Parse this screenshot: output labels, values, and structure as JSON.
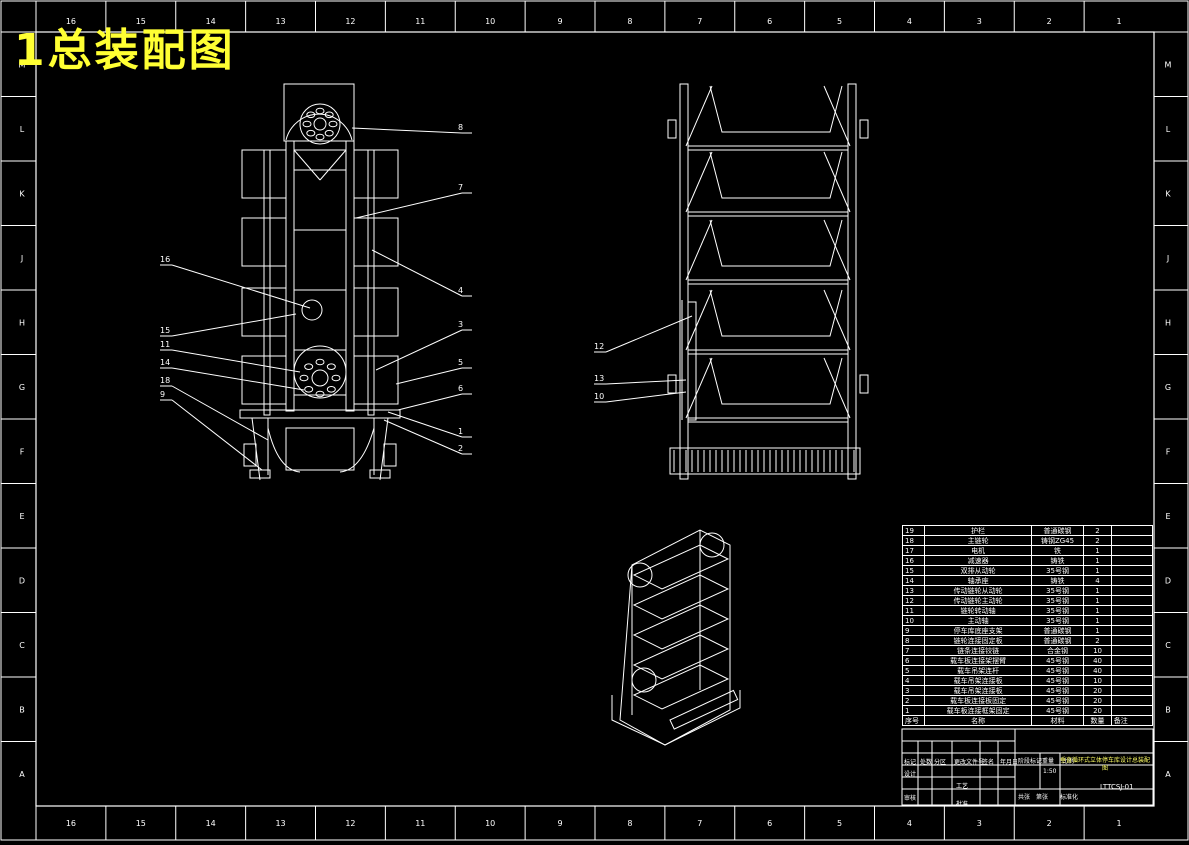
{
  "title": "1总装配图",
  "border": {
    "col_labels": [
      "16",
      "15",
      "14",
      "13",
      "12",
      "11",
      "10",
      "9",
      "8",
      "7",
      "6",
      "5",
      "4",
      "3",
      "2",
      "1"
    ],
    "row_labels": [
      "M",
      "L",
      "K",
      "J",
      "H",
      "G",
      "F",
      "E",
      "D",
      "C",
      "B",
      "A"
    ]
  },
  "callouts": {
    "front": [
      "8",
      "7",
      "4",
      "3",
      "5",
      "6",
      "1",
      "2",
      "16",
      "15",
      "11",
      "14",
      "18",
      "9"
    ],
    "side": [
      "12",
      "13",
      "10"
    ]
  },
  "bom": {
    "rows": [
      {
        "no": "19",
        "name": "护栏",
        "mat": "普通碳钢",
        "qty": "2",
        "note": ""
      },
      {
        "no": "18",
        "name": "主链轮",
        "mat": "铸钢ZG45",
        "qty": "2",
        "note": ""
      },
      {
        "no": "17",
        "name": "电机",
        "mat": "铁",
        "qty": "1",
        "note": ""
      },
      {
        "no": "16",
        "name": "减速器",
        "mat": "铸铁",
        "qty": "1",
        "note": ""
      },
      {
        "no": "15",
        "name": "双排从动轮",
        "mat": "35号钢",
        "qty": "1",
        "note": ""
      },
      {
        "no": "14",
        "name": "轴承座",
        "mat": "铸铁",
        "qty": "4",
        "note": ""
      },
      {
        "no": "13",
        "name": "传动链轮从动轮",
        "mat": "35号钢",
        "qty": "1",
        "note": ""
      },
      {
        "no": "12",
        "name": "传动链轮主动轮",
        "mat": "35号钢",
        "qty": "1",
        "note": ""
      },
      {
        "no": "11",
        "name": "链轮转动轴",
        "mat": "35号钢",
        "qty": "1",
        "note": ""
      },
      {
        "no": "10",
        "name": "主动轴",
        "mat": "35号钢",
        "qty": "1",
        "note": ""
      },
      {
        "no": "9",
        "name": "停车库底座支架",
        "mat": "普通碳钢",
        "qty": "1",
        "note": ""
      },
      {
        "no": "8",
        "name": "链轮连接固定板",
        "mat": "普通碳钢",
        "qty": "2",
        "note": ""
      },
      {
        "no": "7",
        "name": "链条连接铰链",
        "mat": "合金钢",
        "qty": "10",
        "note": ""
      },
      {
        "no": "6",
        "name": "载车板连接架摆臂",
        "mat": "45号钢",
        "qty": "40",
        "note": ""
      },
      {
        "no": "5",
        "name": "载车吊架连杆",
        "mat": "45号钢",
        "qty": "40",
        "note": ""
      },
      {
        "no": "4",
        "name": "载车吊架连接板",
        "mat": "45号钢",
        "qty": "10",
        "note": ""
      },
      {
        "no": "3",
        "name": "载车吊架连接板",
        "mat": "45号钢",
        "qty": "20",
        "note": ""
      },
      {
        "no": "2",
        "name": "载车板连接板固定",
        "mat": "45号钢",
        "qty": "20",
        "note": ""
      },
      {
        "no": "1",
        "name": "载车板连接框架固定",
        "mat": "45号钢",
        "qty": "20",
        "note": ""
      }
    ],
    "header": {
      "no": "序号",
      "name": "名称",
      "mat": "材料",
      "qty": "数量",
      "note": "备注"
    }
  },
  "title_block": {
    "drawing_name": "垂直循环式立体停车库设计总装配图",
    "drawing_code": "LTTCSJ-01",
    "scale": "1:50",
    "labels": [
      "标记",
      "处数",
      "分区",
      "更改文件号",
      "签名",
      "年月日",
      "设计",
      "审核",
      "工艺",
      "批准",
      "阶段标记",
      "重量",
      "比例",
      "共张",
      "第张",
      "标准化"
    ]
  },
  "colors": {
    "line": "#ffffff",
    "title": "#ffff33",
    "bg": "#000000"
  }
}
